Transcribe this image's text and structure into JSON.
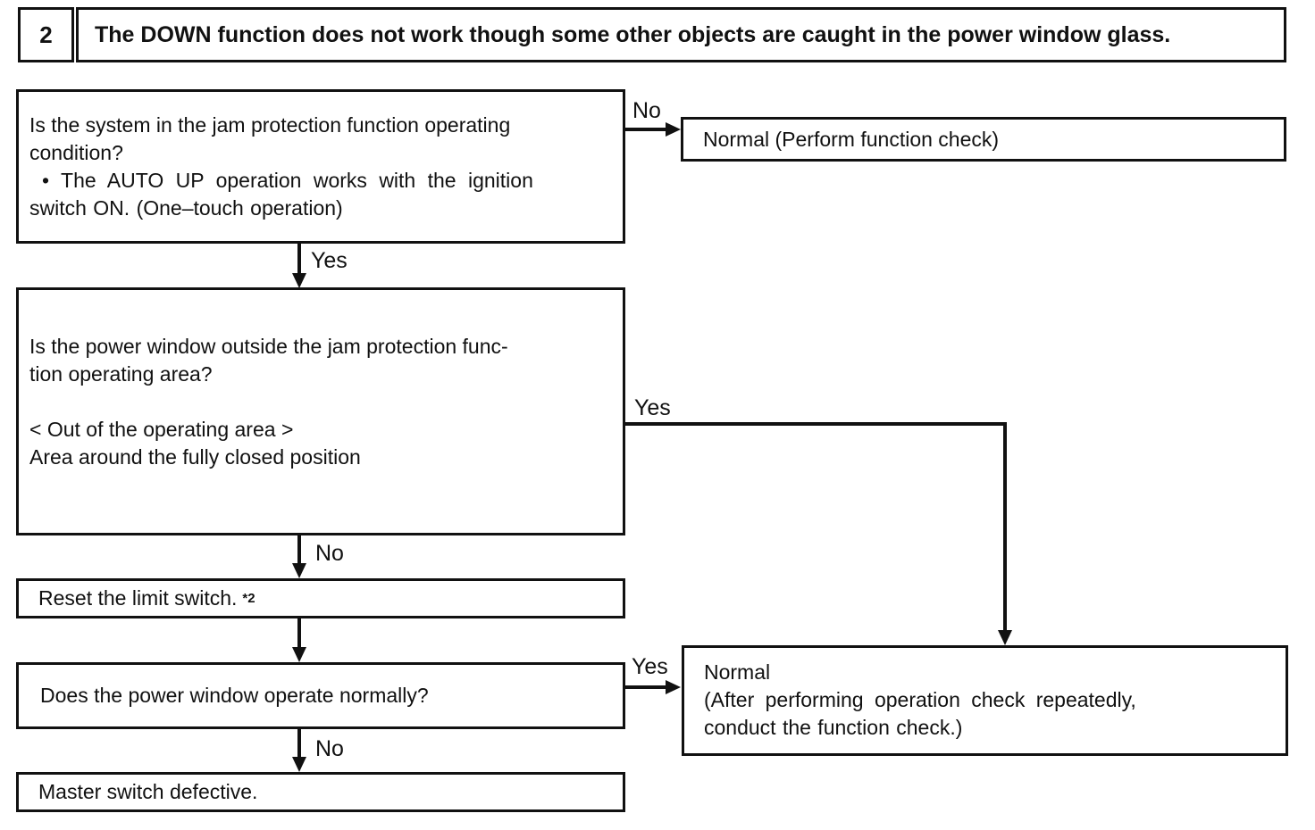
{
  "page": {
    "background_color": "#ffffff",
    "ink_color": "#111111",
    "kind": "troubleshooting-flowchart"
  },
  "header": {
    "number": "2",
    "title": "The DOWN function does not work though some other objects are caught in the power window glass."
  },
  "boxes": {
    "q1": {
      "lines": [
        "Is the system in the jam protection function operating",
        "condition?",
        "• The AUTO UP operation works with the ignition",
        "switch ON. (One–touch operation)"
      ]
    },
    "normal1": {
      "text": "Normal (Perform function check)"
    },
    "q2": {
      "lines": [
        "Is the power window outside the jam protection func-",
        "tion operating area?",
        "",
        "< Out of the operating area >",
        "Area around the fully closed position"
      ]
    },
    "reset": {
      "text": "Reset the limit switch.",
      "footnote": "*2"
    },
    "q3": {
      "text": "Does the power window operate normally?"
    },
    "normal2": {
      "lines": [
        "Normal",
        "(After performing operation check repeatedly,",
        "conduct the function check.)"
      ]
    },
    "master": {
      "text": "Master switch defective."
    }
  },
  "labels": {
    "branch1_no": "No",
    "branch1_yes": "Yes",
    "branch2_yes": "Yes",
    "branch2_no": "No",
    "branch3_yes": "Yes",
    "branch3_no": "No"
  }
}
